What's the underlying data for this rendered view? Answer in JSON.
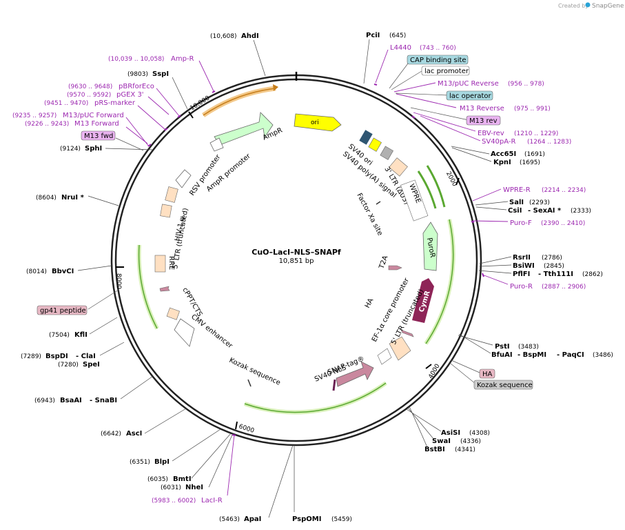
{
  "plasmid": {
    "name": "CuO–LacI–NLS–SNAPf",
    "length_label": "10,851 bp"
  },
  "credit": {
    "text": "Created by",
    "brand": "SnapGene"
  },
  "ticks": [
    {
      "label": "2000"
    },
    {
      "label": "4000"
    },
    {
      "label": "6000"
    },
    {
      "label": "8000"
    },
    {
      "label": "10,000"
    }
  ],
  "sites": [
    {
      "name": "AhdI",
      "pos": "(10,608)"
    },
    {
      "name": "PciI",
      "pos": "(645)"
    },
    {
      "name": "SspI",
      "pos": "(9803)"
    },
    {
      "name": "SphI",
      "pos": "(9124)"
    },
    {
      "name": "NruI *",
      "pos": "(8604)"
    },
    {
      "name": "BbvCI",
      "pos": "(8014)"
    },
    {
      "name": "KflI",
      "pos": "(7504)"
    },
    {
      "name": "BspDI",
      "pos": "(7289)"
    },
    {
      "name": "- ClaI",
      "pos": ""
    },
    {
      "name": "SpeI",
      "pos": "(7280)"
    },
    {
      "name": "BsaAI",
      "pos": "(6943)"
    },
    {
      "name": "- SnaBI",
      "pos": ""
    },
    {
      "name": "AscI",
      "pos": "(6642)"
    },
    {
      "name": "BlpI",
      "pos": "(6351)"
    },
    {
      "name": "BmtI",
      "pos": "(6035)"
    },
    {
      "name": "NheI",
      "pos": "(6031)"
    },
    {
      "name": "ApaI",
      "pos": "(5463)"
    },
    {
      "name": "PspOMI",
      "pos": "(5459)"
    },
    {
      "name": "AsiSI",
      "pos": "(4308)"
    },
    {
      "name": "SwaI",
      "pos": "(4336)"
    },
    {
      "name": "BstBI",
      "pos": "(4341)"
    },
    {
      "name": "PstI",
      "pos": "(3483)"
    },
    {
      "name": "BfuAI",
      "pos": ""
    },
    {
      "name": "- BspMI",
      "pos": ""
    },
    {
      "name": "- PaqCI",
      "pos": "(3486)"
    },
    {
      "name": "RsrII",
      "pos": "(2786)"
    },
    {
      "name": "BsiWI",
      "pos": "(2845)"
    },
    {
      "name": "PflFI",
      "pos": ""
    },
    {
      "name": "- Tth111I",
      "pos": "(2862)"
    },
    {
      "name": "SalI",
      "pos": "(2293)"
    },
    {
      "name": "CsiI",
      "pos": ""
    },
    {
      "name": "- SexAI *",
      "pos": "(2333)"
    },
    {
      "name": "Acc65I",
      "pos": "(1691)"
    },
    {
      "name": "KpnI",
      "pos": "(1695)"
    }
  ],
  "primers": [
    {
      "name": "Amp-R",
      "pos": "(10,039 .. 10,058)"
    },
    {
      "name": "pBRforEco",
      "pos": "(9630 .. 9648)"
    },
    {
      "name": "pGEX 3'",
      "pos": "(9570 .. 9592)"
    },
    {
      "name": "pRS-marker",
      "pos": "(9451 .. 9470)"
    },
    {
      "name": "M13/pUC Forward",
      "pos": "(9235 .. 9257)"
    },
    {
      "name": "M13 Forward",
      "pos": "(9226 .. 9243)"
    },
    {
      "name": "L4440",
      "pos": "(743 .. 760)"
    },
    {
      "name": "M13/pUC Reverse",
      "pos": "(956 .. 978)"
    },
    {
      "name": "M13 Reverse",
      "pos": "(975 .. 991)"
    },
    {
      "name": "EBV-rev",
      "pos": "(1210 .. 1229)"
    },
    {
      "name": "SV40pA-R",
      "pos": "(1264 .. 1283)"
    },
    {
      "name": "WPRE-R",
      "pos": "(2214 .. 2234)"
    },
    {
      "name": "Puro-F",
      "pos": "(2390 .. 2410)"
    },
    {
      "name": "Puro-R",
      "pos": "(2887 .. 2906)"
    },
    {
      "name": "LacI-R",
      "pos": "(5983 .. 6002)"
    }
  ],
  "boxed_labels": [
    {
      "text": "CAP binding site"
    },
    {
      "text": "lac promoter"
    },
    {
      "text": "lac operator"
    },
    {
      "text": "M13 rev"
    },
    {
      "text": "M13 fwd"
    },
    {
      "text": "gp41 peptide"
    },
    {
      "text": "HA"
    },
    {
      "text": "Kozak sequence"
    }
  ],
  "features": [
    {
      "text": "ori"
    },
    {
      "text": "AmpR"
    },
    {
      "text": "AmpR promoter"
    },
    {
      "text": "RSV promoter"
    },
    {
      "text": "SV40 ori"
    },
    {
      "text": "SV40 poly(A) signal"
    },
    {
      "text": "3' LTR (ΔU3)"
    },
    {
      "text": "WPRE"
    },
    {
      "text": "Factor Xa site"
    },
    {
      "text": "PuroR"
    },
    {
      "text": "T2A"
    },
    {
      "text": "CymR"
    },
    {
      "text": "HA"
    },
    {
      "text": "EF-1α core promoter"
    },
    {
      "text": "5' LTR (truncated)"
    },
    {
      "text": "SNAP-tag®"
    },
    {
      "text": "SV40 NLS"
    },
    {
      "text": "Kozak sequence"
    },
    {
      "text": "CMV enhancer"
    },
    {
      "text": "cPPT/CTS"
    },
    {
      "text": "RRE"
    },
    {
      "text": "5' LTR (truncated)"
    },
    {
      "text": "HIV-1 ψ"
    }
  ],
  "colors": {
    "backbone": "#222222",
    "primer": "#9c27b0",
    "ori": "#ffff00",
    "amp": "#ccffcc",
    "orf_arc": "#4caf50",
    "ltr": "#ffe0c2",
    "cymr": "#8e2457",
    "snap": "#c9889e",
    "boxed_blue": "#a7d8e0",
    "boxed_purple": "#e9b3f0",
    "boxed_pink": "#e7b8c4",
    "boxed_gray": "#cccccc"
  }
}
